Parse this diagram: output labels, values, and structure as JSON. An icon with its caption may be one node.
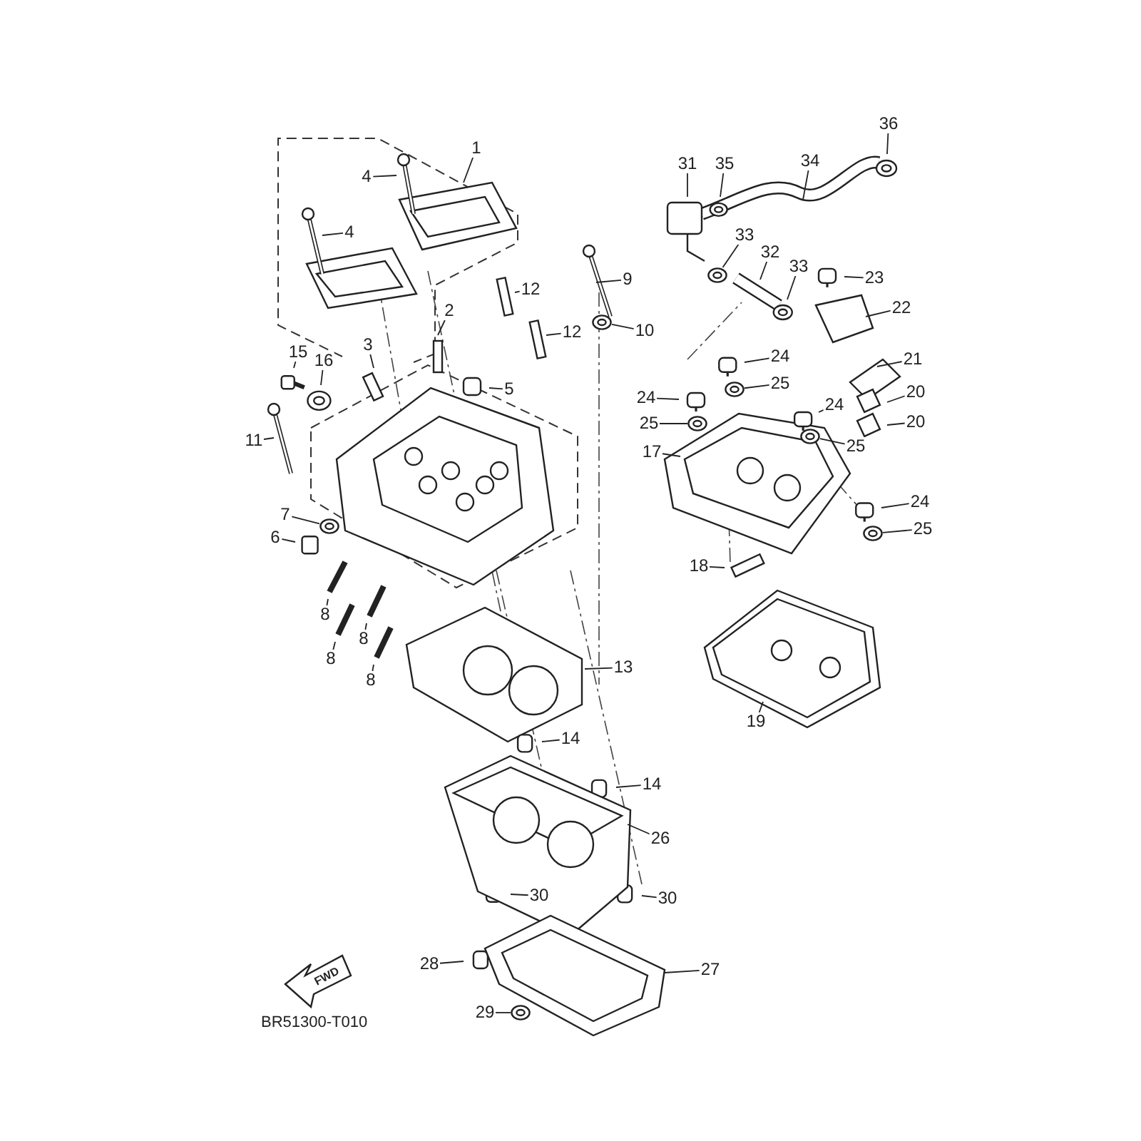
{
  "diagram": {
    "nodes": [
      {
        "text": [
          "1"
        ]
      },
      {
        "text": [
          "4"
        ]
      },
      {
        "text": [
          "4"
        ]
      },
      {
        "text": [
          "12"
        ]
      },
      {
        "text": [
          "9"
        ]
      },
      {
        "text": [
          "2"
        ]
      },
      {
        "text": [
          "12"
        ]
      },
      {
        "text": [
          "10"
        ]
      },
      {
        "text": [
          "3"
        ]
      },
      {
        "text": [
          "15"
        ]
      },
      {
        "text": [
          "16"
        ]
      },
      {
        "text": [
          "5"
        ]
      },
      {
        "text": [
          "11"
        ]
      },
      {
        "text": [
          "7"
        ]
      },
      {
        "text": [
          "6"
        ]
      },
      {
        "text": [
          "8"
        ]
      },
      {
        "text": [
          "8"
        ]
      },
      {
        "text": [
          "8"
        ]
      },
      {
        "text": [
          "8"
        ]
      },
      {
        "text": [
          "13"
        ]
      },
      {
        "text": [
          "14"
        ]
      },
      {
        "text": [
          "14"
        ]
      },
      {
        "text": [
          "26"
        ]
      },
      {
        "text": [
          "30"
        ]
      },
      {
        "text": [
          "30"
        ]
      },
      {
        "text": [
          "28"
        ]
      },
      {
        "text": [
          "27"
        ]
      },
      {
        "text": [
          "29"
        ]
      },
      {
        "text": [
          "36"
        ]
      },
      {
        "text": [
          "31"
        ]
      },
      {
        "text": [
          "35"
        ]
      },
      {
        "text": [
          "34"
        ]
      },
      {
        "text": [
          "33"
        ]
      },
      {
        "text": [
          "32"
        ]
      },
      {
        "text": [
          "33"
        ]
      },
      {
        "text": [
          "23"
        ]
      },
      {
        "text": [
          "22"
        ]
      },
      {
        "text": [
          "24"
        ]
      },
      {
        "text": [
          "21"
        ]
      },
      {
        "text": [
          "25"
        ]
      },
      {
        "text": [
          "20"
        ]
      },
      {
        "text": [
          "24"
        ]
      },
      {
        "text": [
          "24"
        ]
      },
      {
        "text": [
          "25"
        ]
      },
      {
        "text": [
          "20"
        ]
      },
      {
        "text": [
          "25"
        ]
      },
      {
        "text": [
          "17"
        ]
      },
      {
        "text": [
          "24"
        ]
      },
      {
        "text": [
          "25"
        ]
      },
      {
        "text": [
          "18"
        ]
      },
      {
        "text": [
          "19"
        ]
      },
      {
        "text": [],
        "shape": "picture"
      },
      {
        "text": [],
        "shape": "picture"
      },
      {
        "text": [],
        "shape": "picture"
      },
      {
        "text": [],
        "shape": "picture"
      },
      {
        "text": [],
        "shape": "picture"
      },
      {
        "text": [],
        "shape": "picture"
      },
      {
        "text": [],
        "shape": "picture"
      },
      {
        "text": [],
        "shape": "picture"
      }
    ],
    "edges": [
      {
        "from": 0,
        "to": null,
        "arrow": "none"
      },
      {
        "from": 1,
        "to": null,
        "arrow": "none"
      },
      {
        "from": 2,
        "to": null,
        "arrow": "none"
      },
      {
        "from": 3,
        "to": null,
        "arrow": "none"
      },
      {
        "from": 4,
        "to": null,
        "arrow": "none"
      },
      {
        "from": 5,
        "to": null,
        "arrow": "none"
      },
      {
        "from": 6,
        "to": null,
        "arrow": "none"
      },
      {
        "from": 7,
        "to": 51,
        "arrow": "none"
      },
      {
        "from": 8,
        "to": null,
        "arrow": "none"
      },
      {
        "from": 9,
        "to": null,
        "arrow": "none"
      },
      {
        "from": 10,
        "to": null,
        "arrow": "none"
      },
      {
        "from": 11,
        "to": null,
        "arrow": "none"
      },
      {
        "from": 12,
        "to": null,
        "arrow": "none"
      },
      {
        "from": 13,
        "to": 52,
        "arrow": "none"
      },
      {
        "from": 14,
        "to": null,
        "arrow": "none"
      },
      {
        "from": 15,
        "to": null,
        "arrow": "none"
      },
      {
        "from": 16,
        "to": null,
        "arrow": "none"
      },
      {
        "from": 17,
        "to": null,
        "arrow": "none"
      },
      {
        "from": 18,
        "to": null,
        "arrow": "none"
      },
      {
        "from": 19,
        "to": null,
        "arrow": "none"
      },
      {
        "from": 20,
        "to": null,
        "arrow": "none"
      },
      {
        "from": 21,
        "to": null,
        "arrow": "none"
      },
      {
        "from": 22,
        "to": null,
        "arrow": "none"
      },
      {
        "from": 23,
        "to": null,
        "arrow": "none"
      },
      {
        "from": 24,
        "to": null,
        "arrow": "none"
      },
      {
        "from": 25,
        "to": null,
        "arrow": "none"
      },
      {
        "from": 26,
        "to": null,
        "arrow": "none"
      },
      {
        "from": 27,
        "to": 53,
        "arrow": "none"
      },
      {
        "from": 28,
        "to": null,
        "arrow": "none"
      },
      {
        "from": 29,
        "to": null,
        "arrow": "none"
      },
      {
        "from": 30,
        "to": null,
        "arrow": "none"
      },
      {
        "from": 31,
        "to": null,
        "arrow": "none"
      },
      {
        "from": 32,
        "to": 54,
        "arrow": "none"
      },
      {
        "from": 33,
        "to": null,
        "arrow": "none"
      },
      {
        "from": 34,
        "to": null,
        "arrow": "none"
      },
      {
        "from": 35,
        "to": null,
        "arrow": "none"
      },
      {
        "from": 36,
        "to": null,
        "arrow": "none"
      },
      {
        "from": 37,
        "to": null,
        "arrow": "none"
      },
      {
        "from": 38,
        "to": null,
        "arrow": "none"
      },
      {
        "from": 39,
        "to": 55,
        "arrow": "none"
      },
      {
        "from": 40,
        "to": null,
        "arrow": "none"
      },
      {
        "from": 41,
        "to": null,
        "arrow": "none"
      },
      {
        "from": 42,
        "to": null,
        "arrow": "none"
      },
      {
        "from": 43,
        "to": 56,
        "arrow": "none"
      },
      {
        "from": 44,
        "to": null,
        "arrow": "none"
      },
      {
        "from": 45,
        "to": 57,
        "arrow": "none"
      },
      {
        "from": 46,
        "to": null,
        "arrow": "none"
      },
      {
        "from": 47,
        "to": null,
        "arrow": "none"
      },
      {
        "from": 48,
        "to": 58,
        "arrow": "none"
      },
      {
        "from": 49,
        "to": null,
        "arrow": "none"
      },
      {
        "from": 50,
        "to": null,
        "arrow": "none"
      }
    ],
    "labels": [
      "FWD",
      "BR51300-T010"
    ]
  }
}
